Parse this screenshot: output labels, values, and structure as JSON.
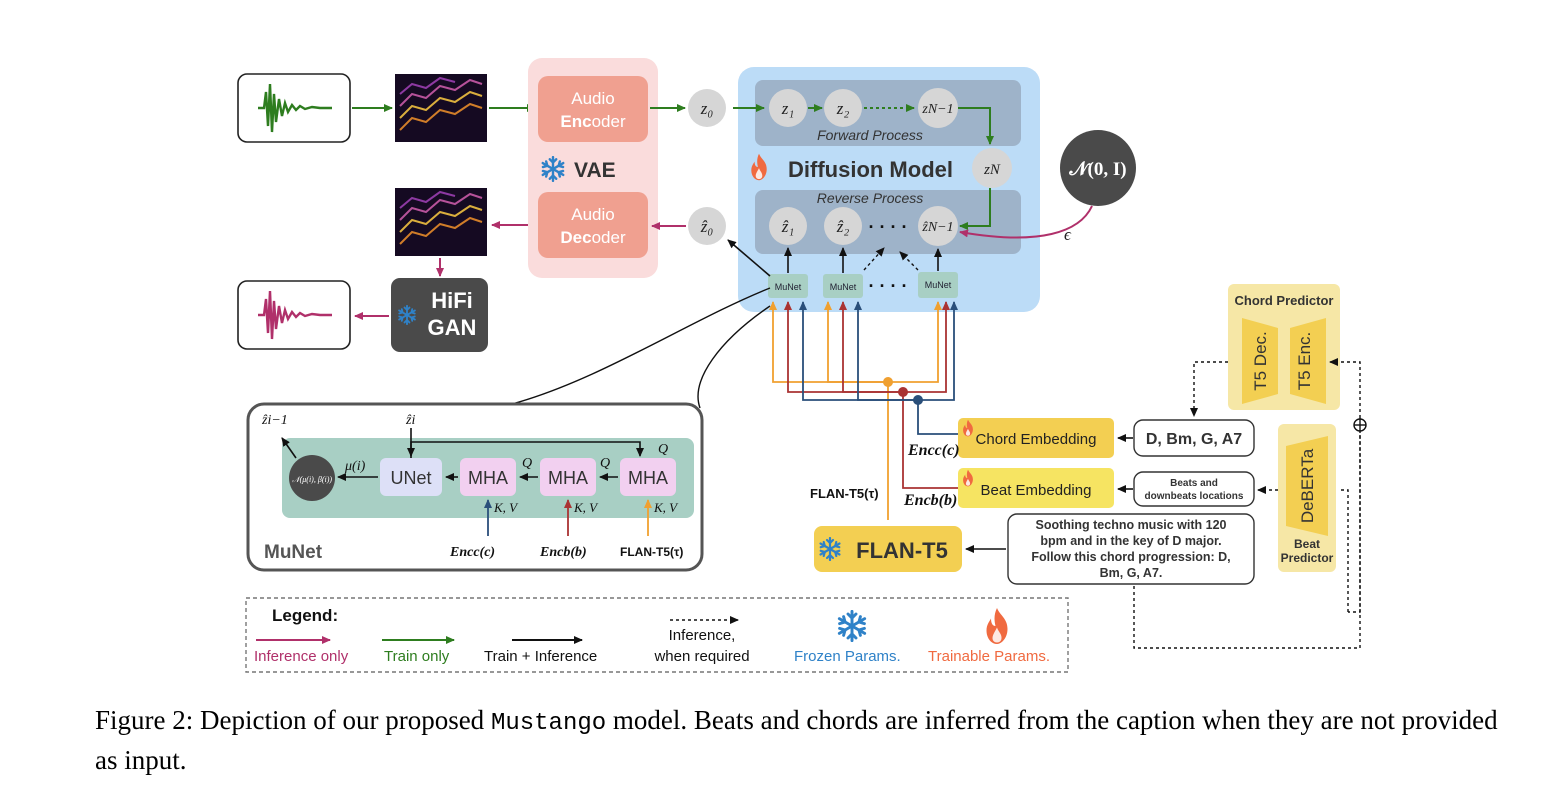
{
  "colors": {
    "train": "#2e7d1f",
    "inference": "#b0306a",
    "vae_bg": "#fadcdc",
    "audio_box": "#f0a090",
    "diffusion_bg": "#bcdcf7",
    "diffusion_inner": "#9eb3c9",
    "node_grey": "#d6d6d6",
    "munet_box": "#a8cfc4",
    "yellow": "#f3cf52",
    "pale_yellow": "#f6e7a6",
    "orange": "#f0a030",
    "dark_red": "#a33",
    "navy": "#2a4f7a",
    "snowflake": "#2f82c8",
    "flame": "#f06a40"
  },
  "vae": {
    "label": "VAE",
    "encoder_lines": [
      "Audio",
      "Encoder"
    ],
    "decoder_lines": [
      "Audio",
      "Decoder"
    ],
    "encoder_bold": "Enc",
    "encoder_rest": "oder",
    "decoder_bold": "Dec",
    "decoder_rest": "oder"
  },
  "hifigan": {
    "lines": [
      "HiFi",
      "GAN"
    ]
  },
  "diffusion": {
    "title": "Diffusion Model",
    "forward_label": "Forward Process",
    "reverse_label": "Reverse Process",
    "forward_nodes": [
      "z₁",
      "z₂",
      "zN−1"
    ],
    "z0": "z₀",
    "zN": "zN",
    "reverse_nodes": [
      "ẑ₁",
      "ẑ₂",
      "ẑN−1"
    ],
    "zhat0": "ẑ₀",
    "dots": "· · · ·",
    "munet_small": "MuNet",
    "munet_dots": "· · · ·"
  },
  "noise": {
    "label": "𝒩(0, I)",
    "epsilon": "ϵ"
  },
  "munet_detail": {
    "title": "MuNet",
    "unet": "UNet",
    "mha": "MHA",
    "q": "Q",
    "kv": "K, V",
    "mu": "μ(i)",
    "gauss": "𝒩(μ(i), β(i))",
    "z_i": "ẑi",
    "z_im1": "ẑi−1",
    "enc_c": "Encc(c)",
    "enc_b": "Encb(b)",
    "flan_t5_tau": "FLAN-T5(τ)"
  },
  "embeddings": {
    "chord": "Chord Embedding",
    "beat": "Beat Embedding",
    "enc_c": "Encc(c)",
    "enc_b": "Encb(b)",
    "flan_label": "FLAN-T5(τ)"
  },
  "flan_t5": {
    "label": "FLAN-T5"
  },
  "chord_predictor": {
    "title": "Chord Predictor",
    "t5_dec": "T5 Dec.",
    "t5_enc": "T5 Enc."
  },
  "beat_predictor": {
    "deberta": "DeBERTa",
    "lines": [
      "Beat",
      "Predictor"
    ]
  },
  "chords_box": "D, Bm, G, A7",
  "beats_box": [
    "Beats and",
    "downbeats locations"
  ],
  "prompt_box": [
    "Soothing techno music with 120",
    "bpm and in the key of D major.",
    "Follow this chord progression: D,",
    "Bm, G, A7."
  ],
  "legend": {
    "title": "Legend:",
    "inference_only": "Inference only",
    "train_only": "Train only",
    "train_inference": "Train + Inference",
    "inference_when_required": [
      "Inference,",
      "when required"
    ],
    "frozen": "Frozen Params.",
    "trainable": "Trainable Params."
  },
  "caption": {
    "prefix": "Figure 2: Depiction of our proposed",
    "model": "Mustango",
    "suffix": "model. Beats and chords are inferred from the caption when they are not provided as input."
  }
}
